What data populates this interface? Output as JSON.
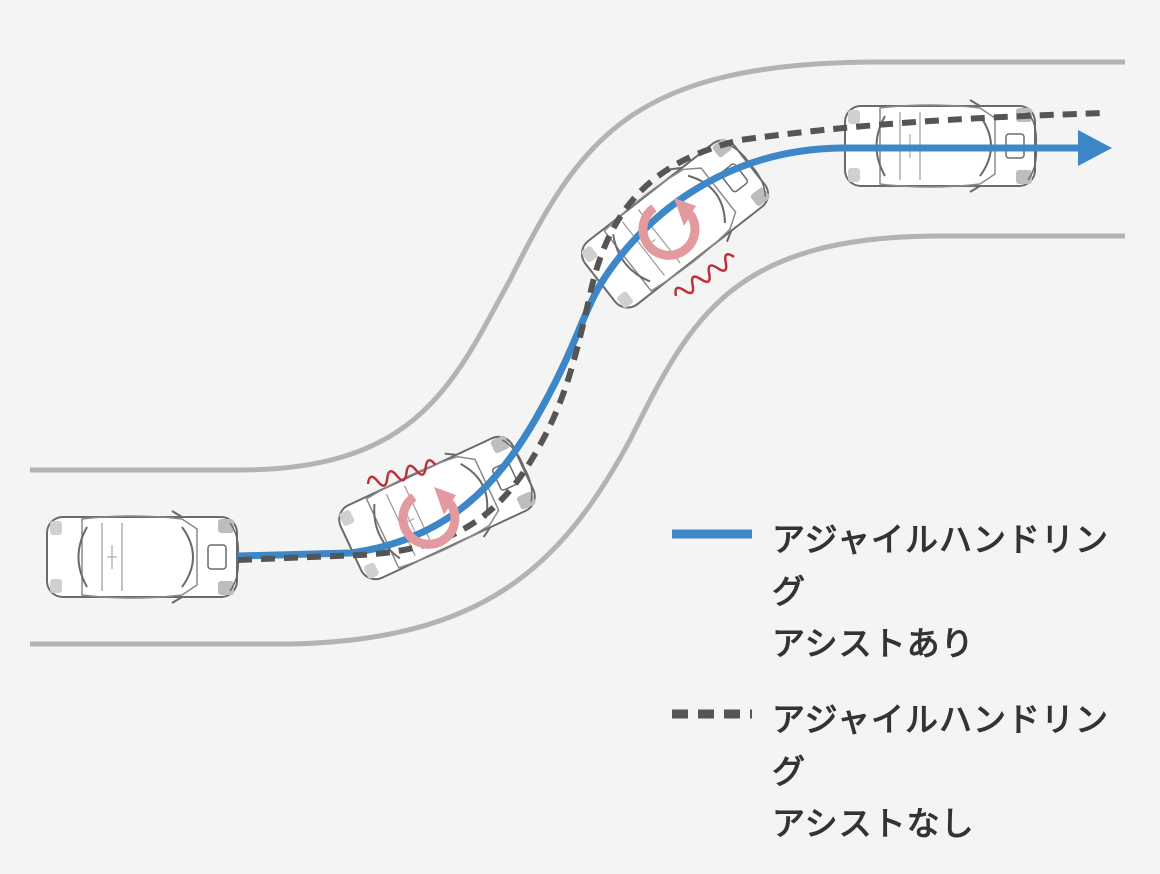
{
  "legend": {
    "with_assist": {
      "line1": "アジャイルハンドリング",
      "line2": "アシストあり",
      "color": "#3d87c9",
      "style": "solid"
    },
    "without_assist": {
      "line1": "アジャイルハンドリング",
      "line2": "アシストなし",
      "color": "#555555",
      "style": "dashed"
    }
  },
  "colors": {
    "road_edge": "#b3b3b3",
    "yaw_arrow": "#e29a9e",
    "vibration": "#c0303b",
    "car_outline": "#6a6a6a",
    "car_body": "#ffffff",
    "background": "#f4f4f4"
  },
  "icons": [
    "car-icon",
    "yaw-rotation-arrow-icon",
    "vibration-wave-icon",
    "direction-arrow-icon"
  ]
}
